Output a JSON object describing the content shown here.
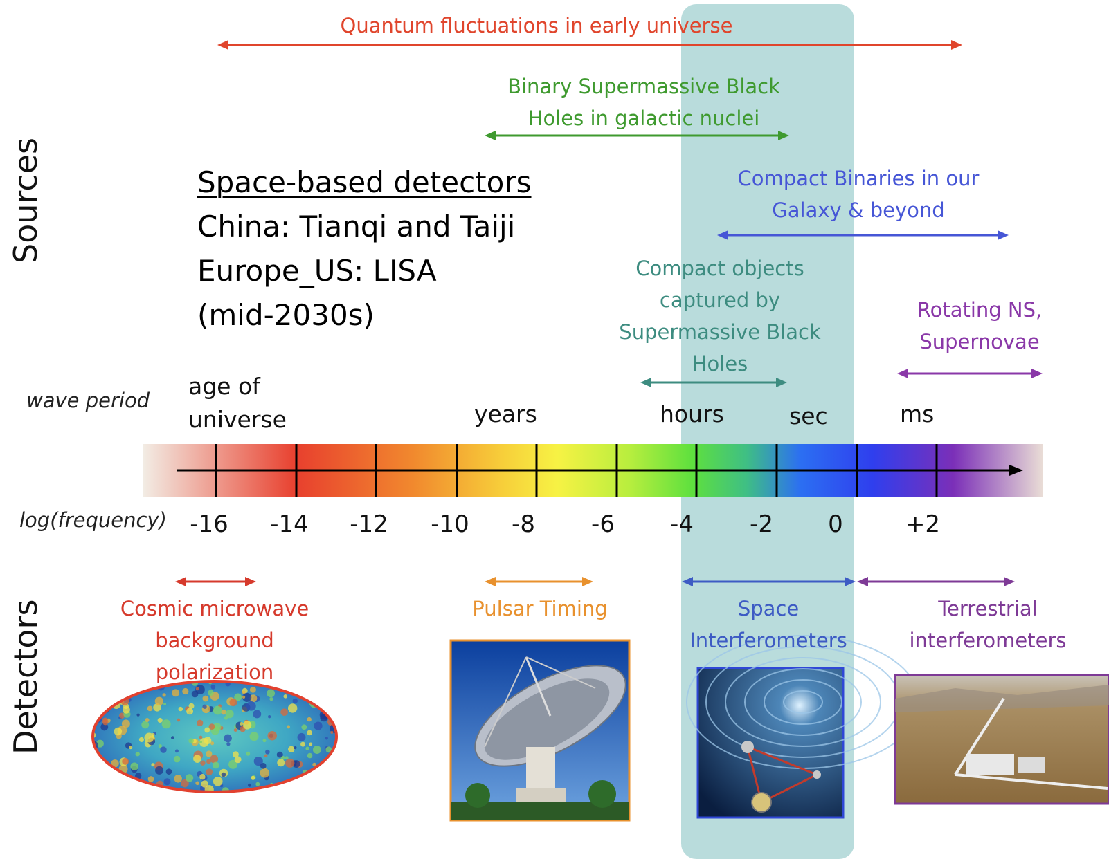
{
  "sides": {
    "sources": "Sources",
    "detectors": "Detectors"
  },
  "sources": [
    {
      "id": "quantum",
      "lines": [
        "Quantum fluctuations in early universe"
      ],
      "color": "#e0452c"
    },
    {
      "id": "smbh",
      "lines": [
        "Binary Supermassive Black",
        "Holes in galactic nuclei"
      ],
      "color": "#3f9a2f"
    },
    {
      "id": "compact_binaries",
      "lines": [
        "Compact Binaries in our",
        "Galaxy & beyond"
      ],
      "color": "#4656d6"
    },
    {
      "id": "captured",
      "lines": [
        "Compact objects",
        "captured by",
        "Supermassive Black",
        "Holes"
      ],
      "color": "#3d8c80"
    },
    {
      "id": "rotating_ns",
      "lines": [
        "Rotating NS,",
        "Supernovae"
      ],
      "color": "#8a38a8"
    }
  ],
  "space_info": {
    "heading": "Space-based detectors",
    "lines": [
      "China: Tianqi and Taiji",
      "Europe_US: LISA",
      "(mid-2030s)"
    ]
  },
  "wave_period": {
    "label": "wave period",
    "marks": [
      "age of universe",
      "years",
      "hours",
      "sec",
      "ms"
    ]
  },
  "frequency_axis": {
    "label": "log(frequency)",
    "ticks": [
      "-16",
      "-14",
      "-12",
      "-10",
      "-8",
      "-6",
      "-4",
      "-2",
      "0",
      "+2"
    ]
  },
  "detectors": [
    {
      "id": "cmb",
      "lines": [
        "Cosmic microwave",
        "background",
        "polarization"
      ],
      "color": "#d63a2c"
    },
    {
      "id": "pulsar",
      "lines": [
        "Pulsar Timing"
      ],
      "color": "#e8912e"
    },
    {
      "id": "space_interf",
      "lines": [
        "Space",
        "Interferometers"
      ],
      "color": "#3d5bc4"
    },
    {
      "id": "terrestrial",
      "lines": [
        "Terrestrial",
        "interferometers"
      ],
      "color": "#7e3a96"
    }
  ],
  "colors": {
    "highlight_band": "#b9dcdc",
    "axis": "#000000"
  }
}
